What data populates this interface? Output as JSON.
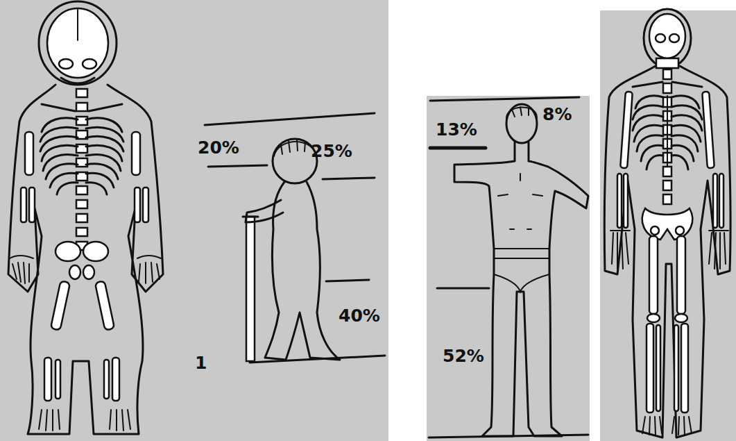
{
  "diagram": {
    "labels": [
      "20%",
      "25%",
      "40%",
      "1",
      "13%",
      "8%",
      "52%"
    ]
  }
}
